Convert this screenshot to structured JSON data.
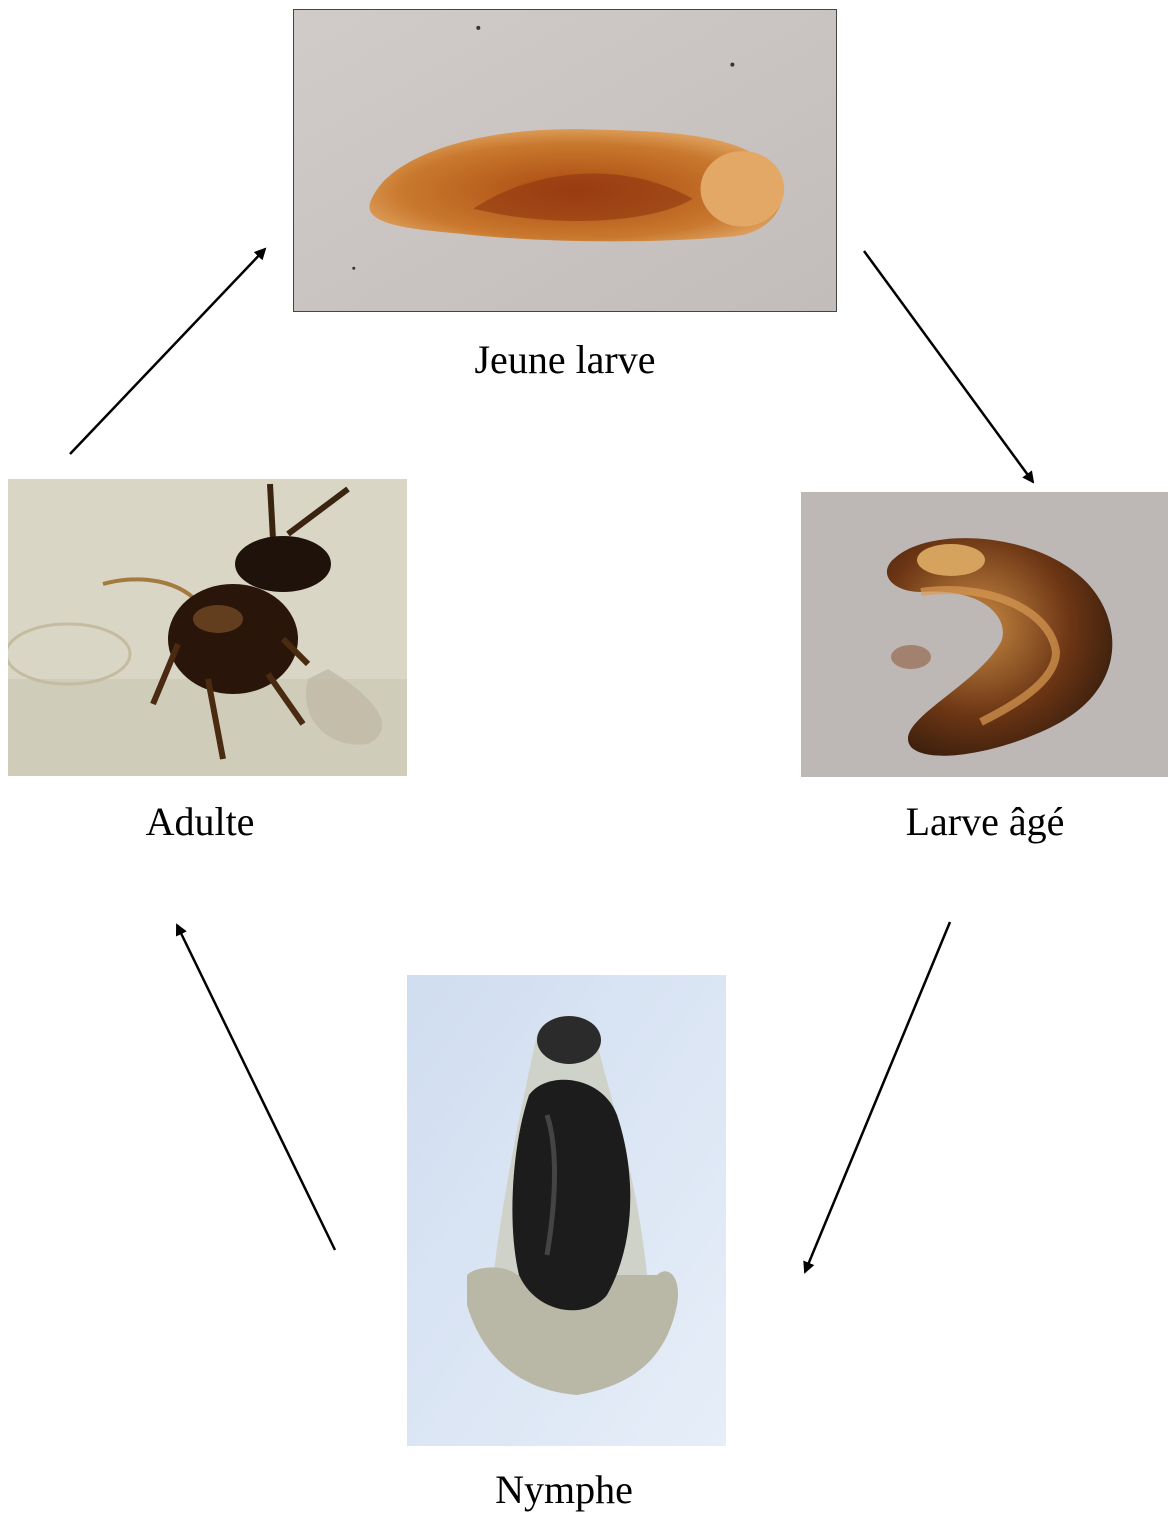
{
  "stages": {
    "young_larva": {
      "label": "Jeune larve",
      "picture": "microscope photo of young larva"
    },
    "old_larva": {
      "label": "Larve âgé",
      "picture": "microscope photo of old larva"
    },
    "pupa": {
      "label": "Nymphe",
      "picture": "microscope photo of pupa"
    },
    "adult": {
      "label": "Adulte",
      "picture": "microscope photo of adult wasp"
    }
  },
  "colors": {
    "arrow": "#000000",
    "larva_body": "#d9903e",
    "larva_dark": "#8a3a12",
    "photo_bg_gray": "#c9c4c2",
    "pupa_bg": "#d4e2f2",
    "pupa_body": "#1e1e1e"
  }
}
